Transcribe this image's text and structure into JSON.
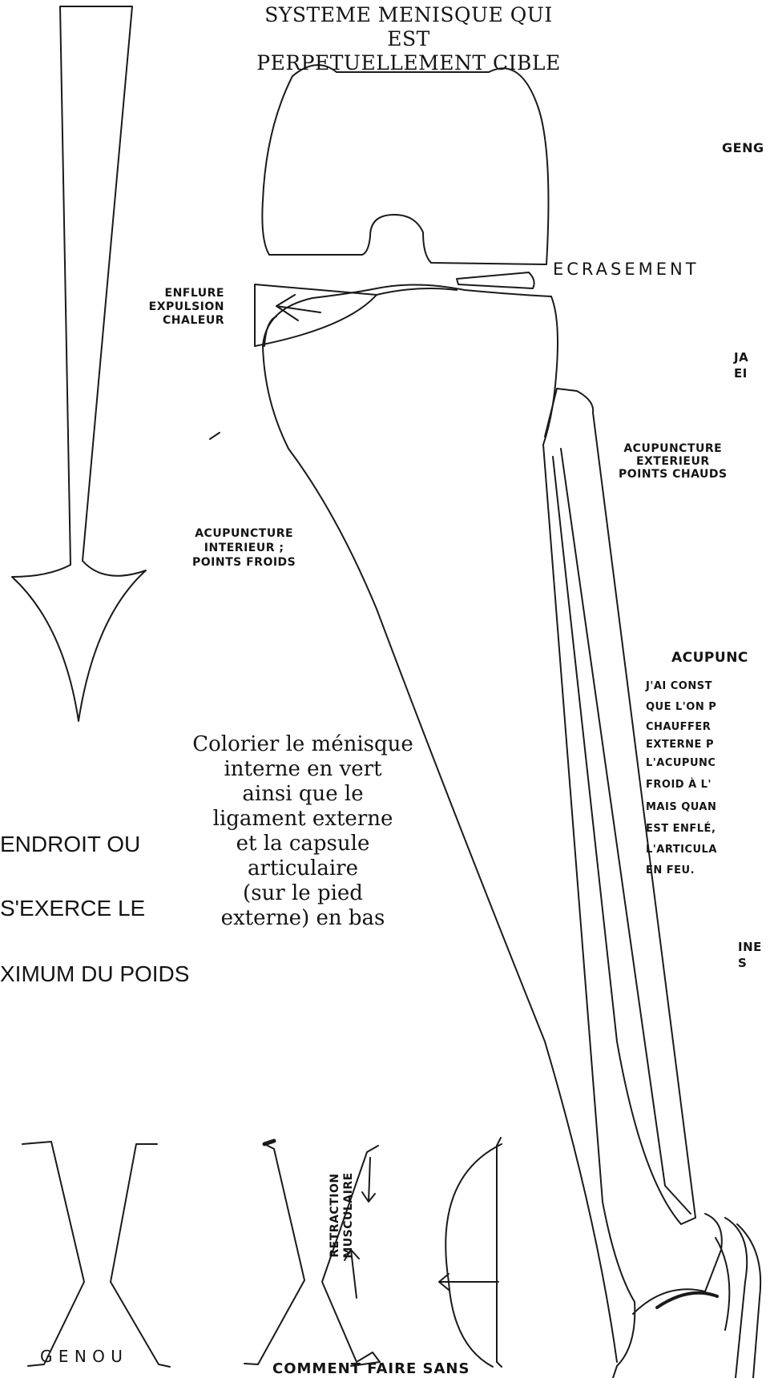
{
  "title": "SYSTEME MENISQUE QUI EST\nPERPETUELLEMENT CIBLE",
  "labels": {
    "genou_top_right": "GENG",
    "ecrasement": "ECRASEMENT",
    "enflure": "ENFLURE\nEXPULSION\nCHALEUR",
    "jambe_partial": "JA\nEI",
    "acupuncture_exterieur": "ACUPUNCTURE\nEXTERIEUR\nPOINTS CHAUDS",
    "acupuncture_interieur": "ACUPUNCTURE\nINTERIEUR ;\nPOINTS FROIDS",
    "inner_partial": "INE\nS"
  },
  "right_note": {
    "heading": "ACUPUNC",
    "lines": [
      "J'AI CONST",
      "QUE L'ON P",
      "CHAUFFER",
      "EXTERNE P",
      "L'ACUPUNC",
      "FROID À L'",
      "MAIS QUAN",
      "EST ENFLÉ,",
      "L'ARTICULA",
      "EN FEU."
    ]
  },
  "center_note": "Colorier le ménisque\ninterne en vert\nainsi que le\nligament externe\net la capsule\narticulaire\n(sur le pied\nexterne) en bas",
  "left_note": {
    "line1": "ENDROIT OU",
    "line2": "S'EXERCE LE",
    "line3": "XIMUM DU POIDS"
  },
  "vertical_label": "RETRACTION\nMUSCULAIRE",
  "genou_label": "G E N O U",
  "bottom_caption": "COMMENT FAIRE SANS"
}
